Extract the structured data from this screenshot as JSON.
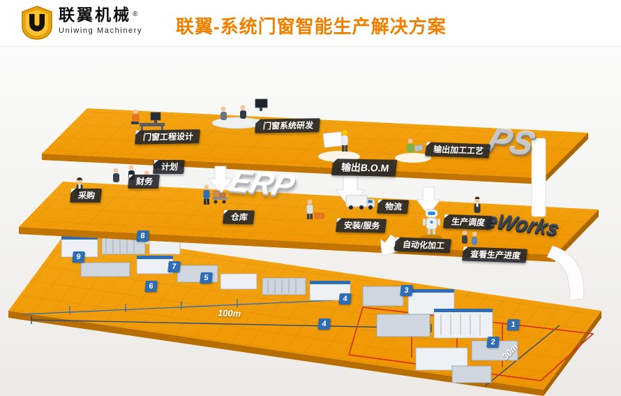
{
  "header": {
    "brand_cn": "联翼机械",
    "brand_en": "Uniwing Machinery",
    "reg_mark": "®",
    "title": "联翼-系统门窗智能生产解决方案"
  },
  "layers": {
    "ps": {
      "label": "PS",
      "design": "门窗工程设计",
      "rd": "门窗系统研发",
      "bom": "输出B.O.M",
      "process": "输出加工工艺"
    },
    "erp": {
      "label": "ERP",
      "plan": "计划",
      "finance": "财务",
      "purchase": "采购",
      "warehouse": "仓库",
      "logistics": "物流",
      "install": "安装/服务"
    },
    "eworks": {
      "label": "eWorks",
      "dispatch": "生产调度",
      "auto": "自动化加工",
      "progress": "查看生产进度"
    }
  },
  "floor": {
    "badges": [
      "8",
      "9",
      "7",
      "5",
      "6",
      "3",
      "4",
      "4",
      "1",
      "2"
    ],
    "length_label": "100m",
    "width_label": "30m"
  },
  "colors": {
    "platform": "#f19c02",
    "title_accent": "#ee8000",
    "badge_blue": "#2e6db4",
    "chip_dark": "#23262b",
    "flow_red": "#d42b1e"
  }
}
